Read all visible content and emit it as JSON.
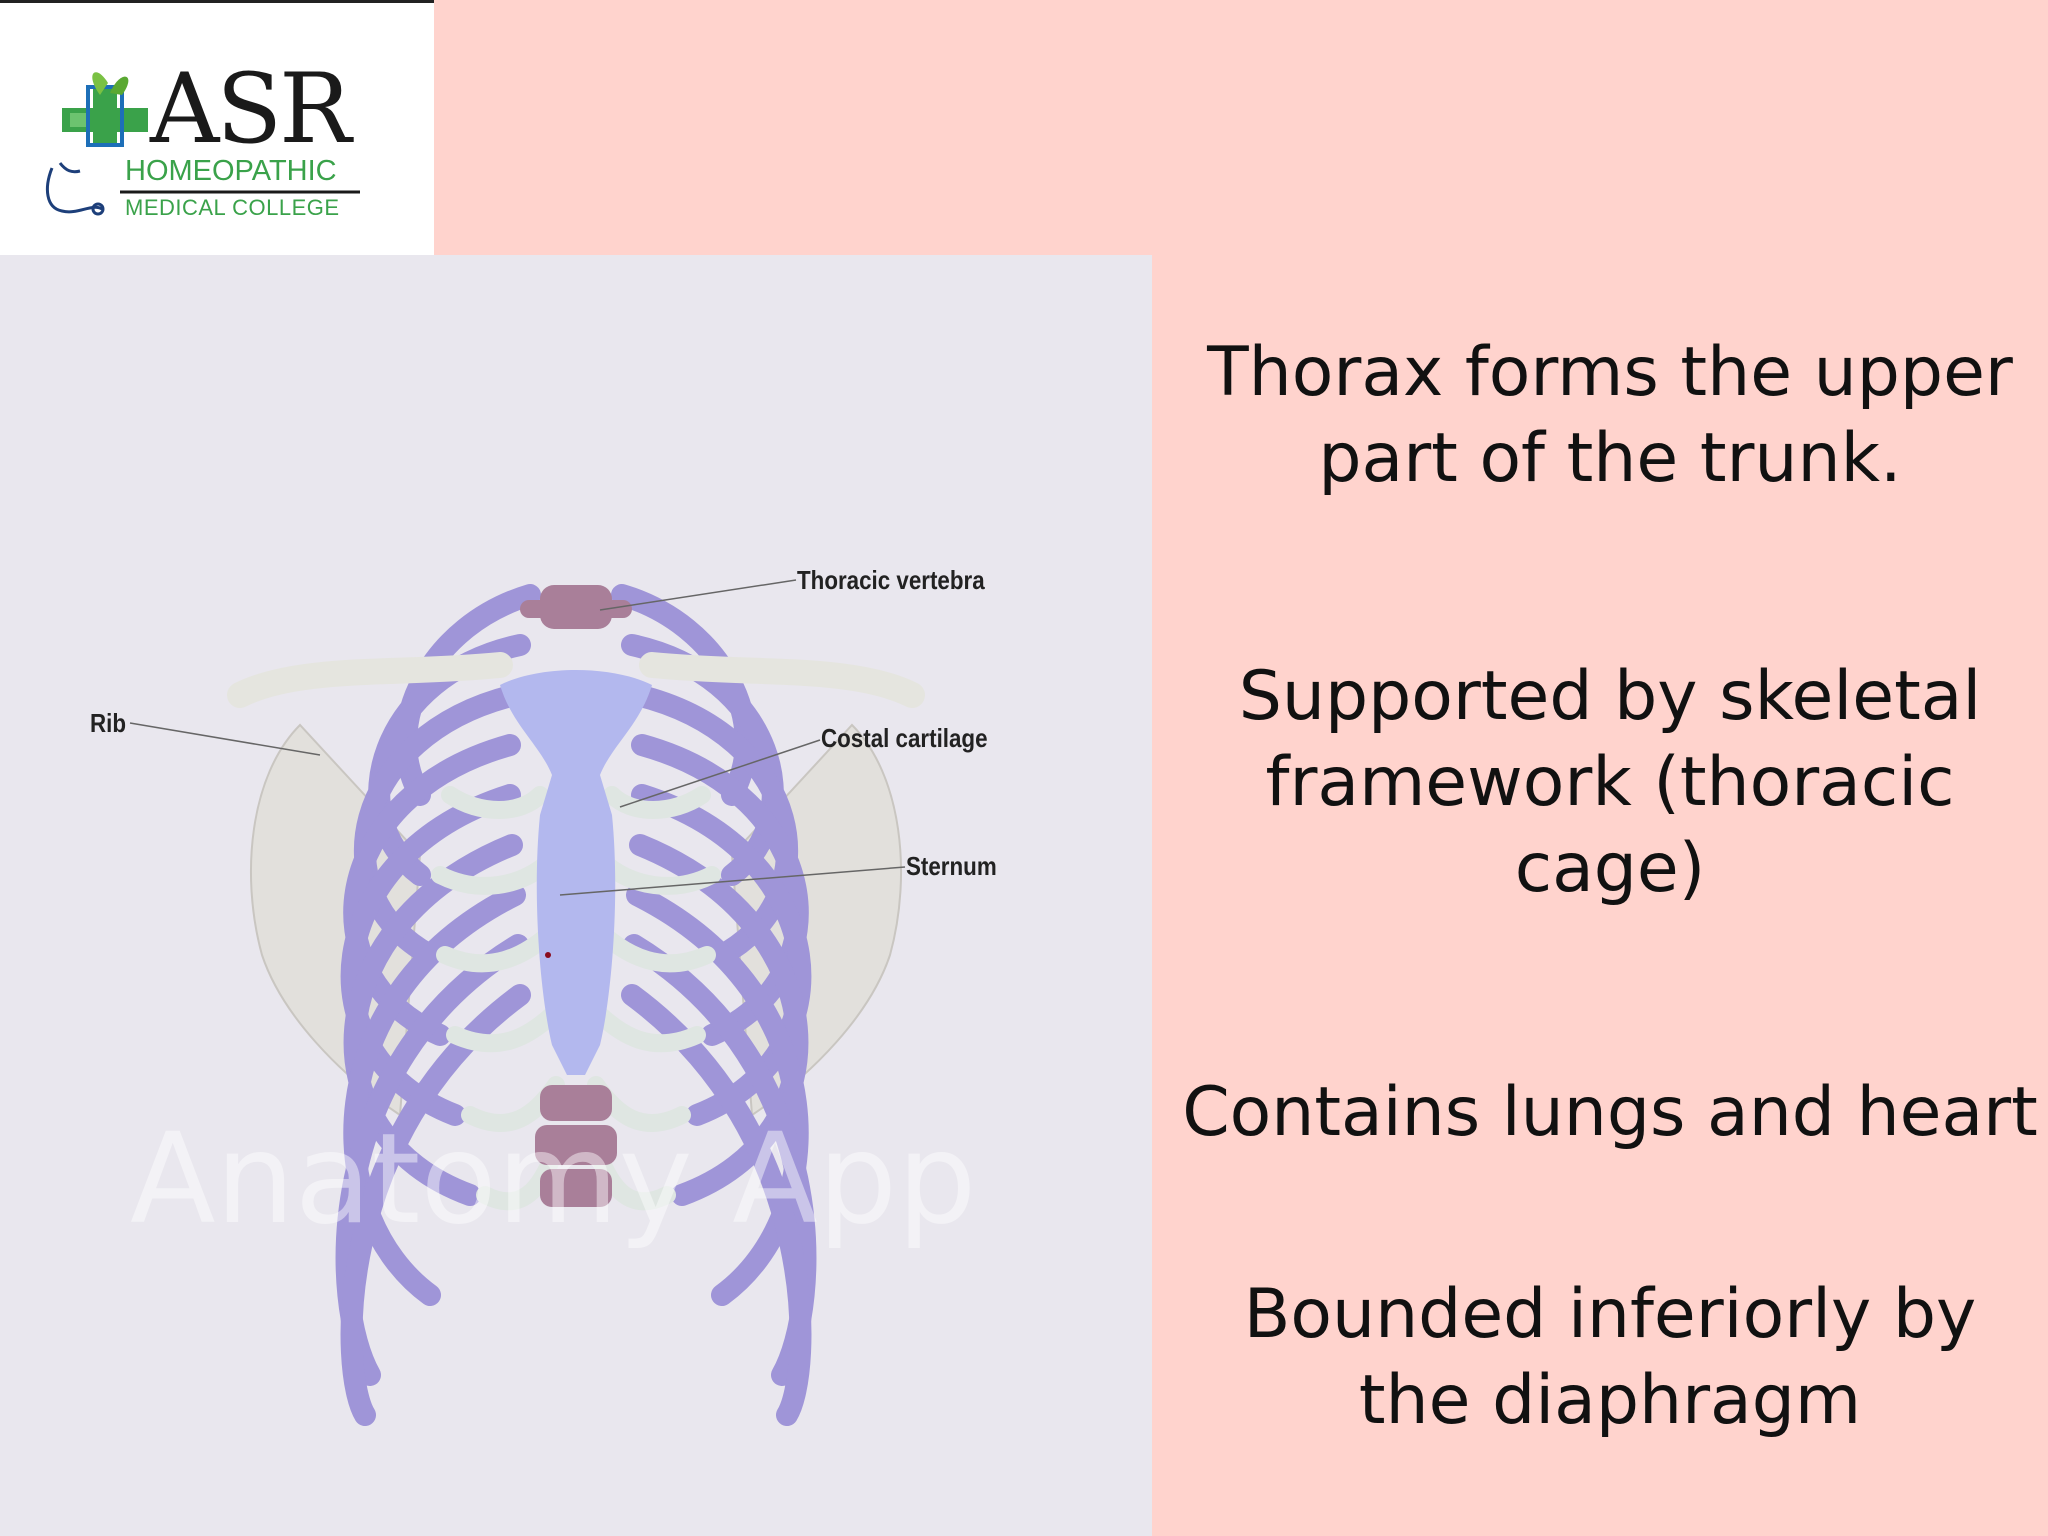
{
  "logo": {
    "name": "ASR",
    "line1": "HOMEOPATHIC",
    "line2": "MEDICAL COLLEGE"
  },
  "figure": {
    "labels": {
      "thoracic_vertebra": "Thoracic vertebra",
      "rib": "Rib",
      "costal_cartilage": "Costal cartilage",
      "sternum": "Sternum"
    },
    "watermark": "Anatomy App",
    "colors": {
      "rib": "#9f95d8",
      "cartilage": "#dfe6e2",
      "sternum": "#b3b8ee",
      "vertebra": "#a97f99",
      "scapula": "#e2e0dc"
    }
  },
  "points": [
    "Thorax forms the upper part of the trunk.",
    "Supported by skeletal framework (thoracic cage)",
    "Contains lungs and heart",
    "Bounded inferiorly by the diaphragm"
  ],
  "colors": {
    "slide_background": "#ffd3cd",
    "figure_background": "#e9e7ee",
    "logo_green": "#3aa24a"
  }
}
